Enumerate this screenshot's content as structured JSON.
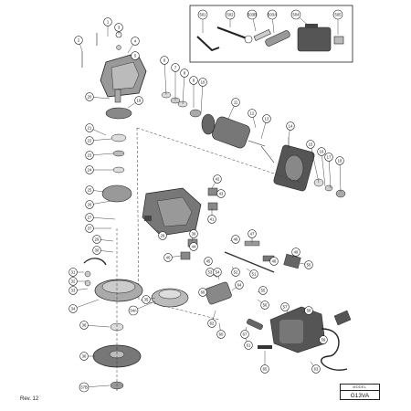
{
  "footer": {
    "revision": "Rev. 12"
  },
  "model": {
    "header": "MODEL",
    "name": "G13VA"
  },
  "callout_labels": [
    "1",
    "2",
    "3",
    "4",
    "5",
    "6",
    "7",
    "8",
    "9",
    "10",
    "11",
    "12",
    "13",
    "14",
    "15",
    "16",
    "17",
    "18",
    "19",
    "20",
    "21",
    "22",
    "23",
    "24",
    "25",
    "26",
    "27",
    "28",
    "29",
    "30",
    "31",
    "32",
    "33",
    "34",
    "34A",
    "35",
    "36",
    "37",
    "37B",
    "38",
    "39",
    "40",
    "41",
    "42",
    "43",
    "44",
    "45",
    "46",
    "47",
    "48",
    "49",
    "50",
    "51",
    "52",
    "53",
    "54",
    "55",
    "56",
    "57",
    "58",
    "59",
    "60",
    "61",
    "62",
    "63",
    "64",
    "65",
    "66",
    "67",
    "501",
    "502",
    "503B",
    "503A",
    "504",
    "505"
  ]
}
